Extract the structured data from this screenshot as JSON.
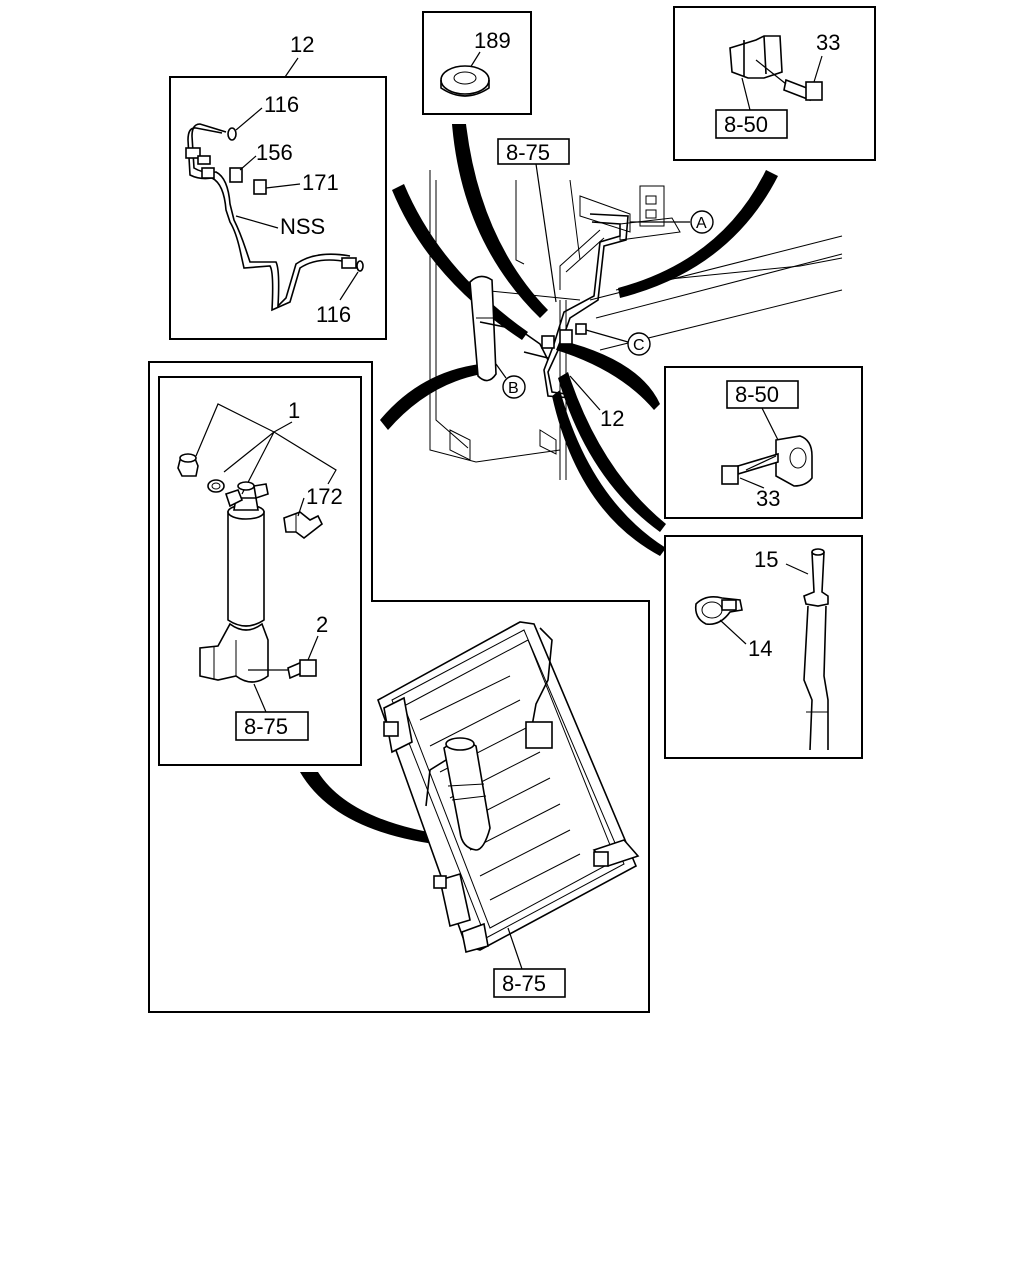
{
  "labels": {
    "c12_top": "12",
    "c116_a": "116",
    "c156": "156",
    "c171": "171",
    "nss": "NSS",
    "c116_b": "116",
    "c189": "189",
    "ref_875_top": "8-75",
    "c33_top": "33",
    "ref_850_top": "8-50",
    "circle_a": "A",
    "circle_b": "B",
    "circle_c": "C",
    "c12_mid": "12",
    "ref_850_mid": "8-50",
    "c33_mid": "33",
    "c15": "15",
    "c14": "14",
    "c1": "1",
    "c172": "172",
    "c2": "2",
    "ref_875_inner": "8-75",
    "ref_875_bottom": "8-75"
  }
}
